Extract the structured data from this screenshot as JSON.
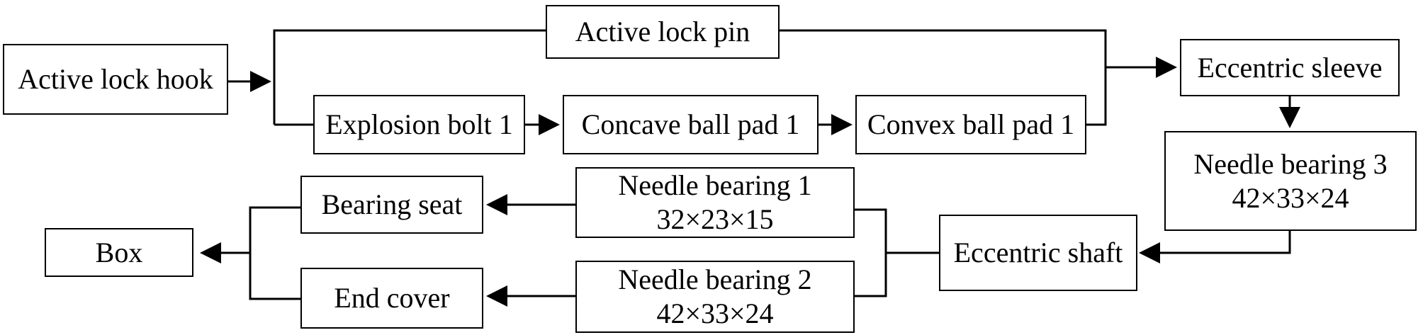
{
  "diagram": {
    "nodes": {
      "active_lock_hook": "Active lock hook",
      "active_lock_pin": "Active lock pin",
      "explosion_bolt_1": "Explosion bolt 1",
      "concave_ball_pad_1": "Concave ball pad 1",
      "convex_ball_pad_1": "Convex ball pad 1",
      "eccentric_sleeve": "Eccentric sleeve",
      "needle_bearing_3": {
        "name": "Needle bearing 3",
        "dims": "42×33×24"
      },
      "eccentric_shaft": "Eccentric shaft",
      "needle_bearing_1": {
        "name": "Needle bearing 1",
        "dims": "32×23×15"
      },
      "needle_bearing_2": {
        "name": "Needle bearing 2",
        "dims": "42×33×24"
      },
      "bearing_seat": "Bearing seat",
      "end_cover": "End cover",
      "box": "Box"
    }
  }
}
